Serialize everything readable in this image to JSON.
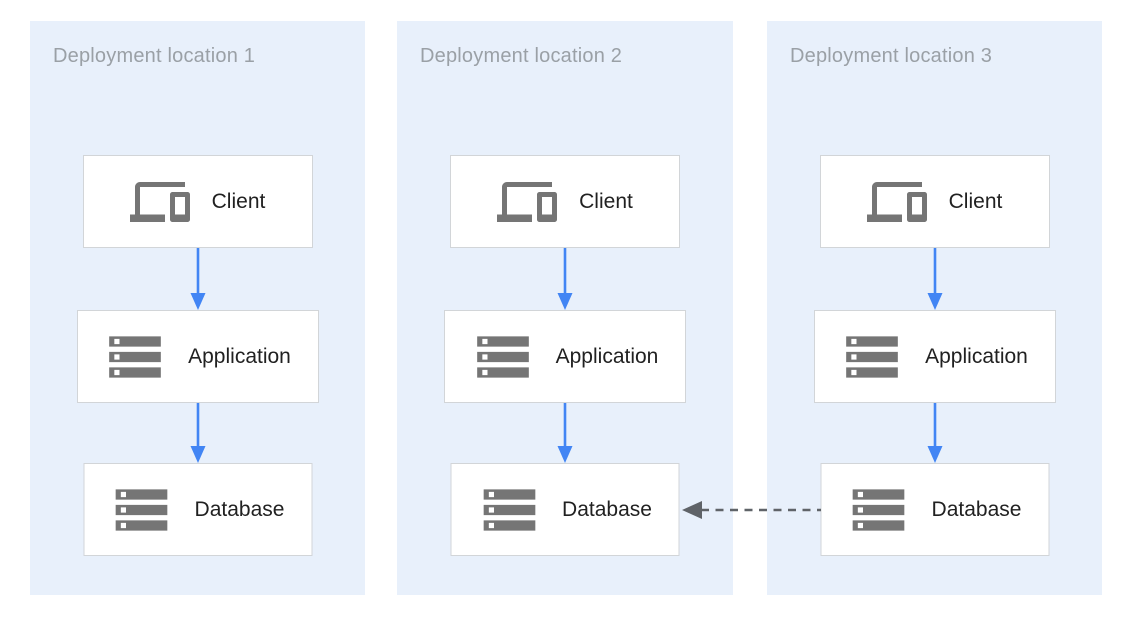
{
  "colors": {
    "page_bg": "#ffffff",
    "panel_bg": "#e8f0fb",
    "panel_title": "#9aa0a6",
    "box_bg": "#ffffff",
    "box_border": "#d2d5d8",
    "label_text": "#212121",
    "icon_gray": "#757575",
    "flow_arrow_blue": "#4285f4",
    "replication_arrow_gray": "#5f6368"
  },
  "diagram": {
    "locations": [
      {
        "title": "Deployment location 1",
        "nodes": [
          {
            "label": "Client",
            "icon": "devices-icon"
          },
          {
            "label": "Application",
            "icon": "storage-icon"
          },
          {
            "label": "Database",
            "icon": "storage-icon"
          }
        ]
      },
      {
        "title": "Deployment location 2",
        "nodes": [
          {
            "label": "Client",
            "icon": "devices-icon"
          },
          {
            "label": "Application",
            "icon": "storage-icon"
          },
          {
            "label": "Database",
            "icon": "storage-icon"
          }
        ]
      },
      {
        "title": "Deployment location 3",
        "nodes": [
          {
            "label": "Client",
            "icon": "devices-icon"
          },
          {
            "label": "Application",
            "icon": "storage-icon"
          },
          {
            "label": "Database",
            "icon": "storage-icon"
          }
        ]
      }
    ],
    "flows": [
      {
        "from": "Client",
        "to": "Application",
        "style": "solid-blue-down"
      },
      {
        "from": "Application",
        "to": "Database",
        "style": "solid-blue-down"
      },
      {
        "from": "Database location 3",
        "to": "Database location 2",
        "style": "dashed-gray-left"
      }
    ]
  }
}
